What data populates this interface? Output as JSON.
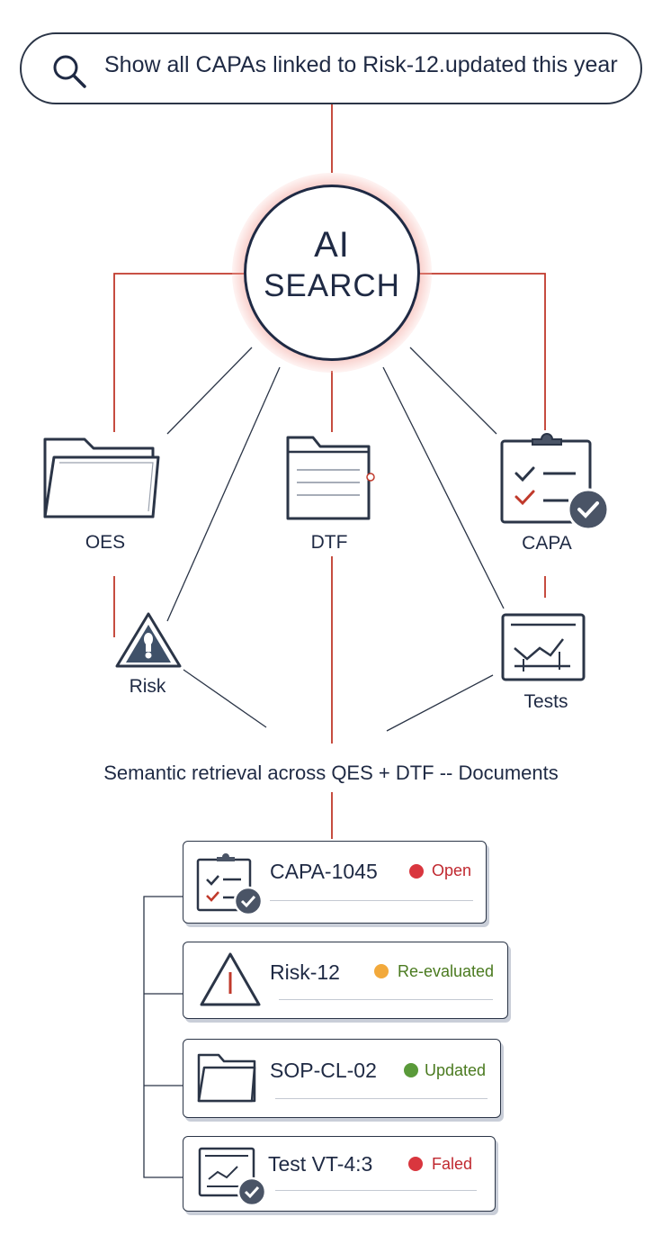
{
  "search": {
    "query": "Show all CAPAs linked to Risk-12.updated this year"
  },
  "hub": {
    "line1": "AI",
    "line2": "SEARCH"
  },
  "sources": [
    {
      "label": "OES",
      "icon": "folder-icon"
    },
    {
      "label": "DTF",
      "icon": "document-folder-icon"
    },
    {
      "label": "CAPA",
      "icon": "clipboard-check-icon"
    },
    {
      "label": "Risk",
      "icon": "warning-triangle-icon"
    },
    {
      "label": "Tests",
      "icon": "chart-monitor-icon"
    }
  ],
  "retrieval": {
    "caption": "Semantic retrieval across QES + DTF -- Documents"
  },
  "results": [
    {
      "title": "CAPA-1045",
      "status": "Open",
      "status_color": "#d9363e",
      "text_color": "#c0282f",
      "icon": "clipboard-check-icon"
    },
    {
      "title": "Risk-12",
      "status": "Re-evaluated",
      "status_color": "#f2a93b",
      "text_color": "#4a7a1f",
      "icon": "warning-triangle-icon"
    },
    {
      "title": "SOP-CL-02",
      "status": "Updated",
      "status_color": "#5a9a3a",
      "text_color": "#4a7a1f",
      "icon": "folder-icon"
    },
    {
      "title": "Test VT-4:3",
      "status": "Faled",
      "status_color": "#d9363e",
      "text_color": "#c0282f",
      "icon": "chart-check-icon"
    }
  ],
  "colors": {
    "connector_red": "#c0392b",
    "connector_dark": "#2b3547",
    "ink": "#1f2a44"
  }
}
